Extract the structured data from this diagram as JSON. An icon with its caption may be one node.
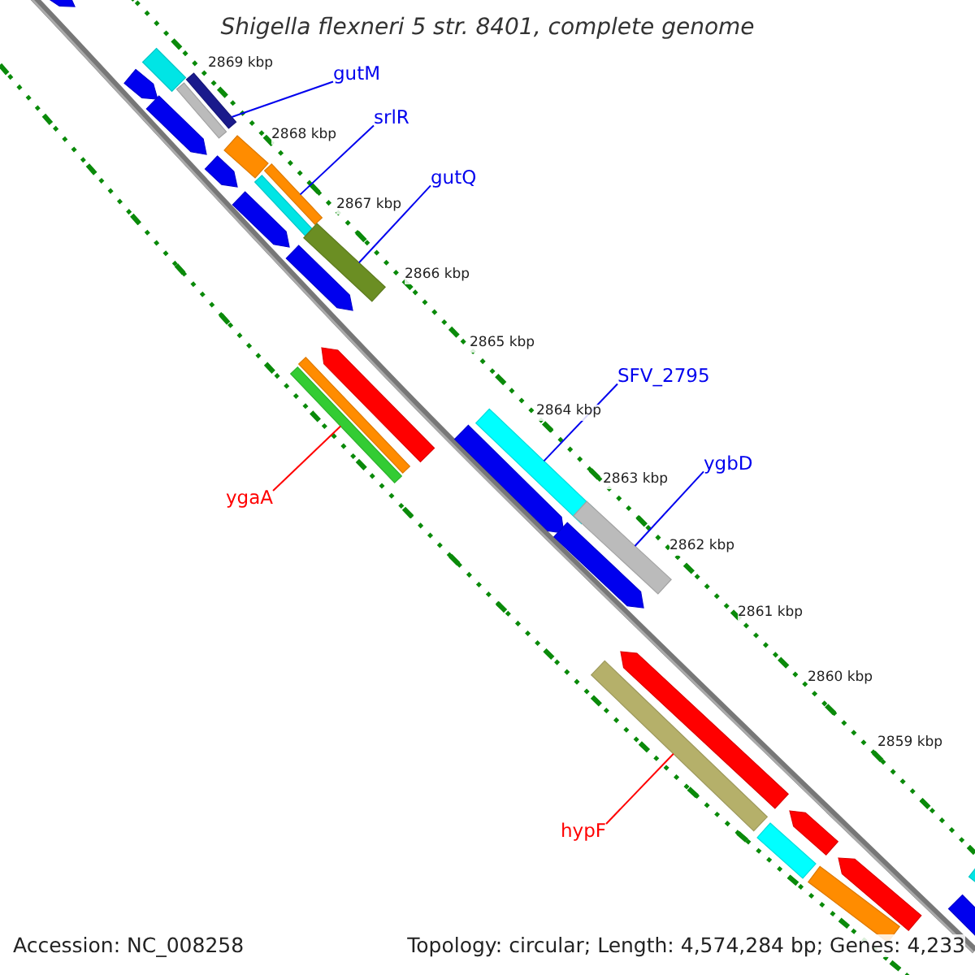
{
  "diagram": {
    "title": "Shigella flexneri 5 str. 8401, complete genome",
    "nodes": [
      {
        "text": [
          "gutM"
        ]
      },
      {
        "text": [
          "srlR"
        ]
      },
      {
        "text": [
          "gutQ"
        ]
      },
      {
        "text": [
          "SFV_2795"
        ]
      },
      {
        "text": [
          "ygbD"
        ]
      },
      {
        "text": [
          "ygaA"
        ]
      },
      {
        "text": [
          "hypF"
        ]
      },
      {
        "text": [],
        "shape": "arrow"
      },
      {
        "text": [],
        "shape": "bar"
      },
      {
        "text": [],
        "shape": "bar"
      },
      {
        "text": [],
        "shape": "arrow"
      },
      {
        "text": [],
        "shape": "arrow"
      },
      {
        "text": [],
        "shape": "bar"
      },
      {
        "text": [],
        "shape": "arrow"
      },
      {
        "text": [],
        "shape": "bar"
      },
      {
        "text": [],
        "shape": "bar"
      },
      {
        "text": [],
        "shape": "arrow"
      },
      {
        "text": [],
        "shape": "bar"
      },
      {
        "text": [],
        "shape": "arrow"
      },
      {
        "text": [],
        "shape": "arrow"
      },
      {
        "text": [],
        "shape": "bar"
      },
      {
        "text": [],
        "shape": "bar"
      },
      {
        "text": [],
        "shape": "bar"
      },
      {
        "text": [],
        "shape": "arrow"
      },
      {
        "text": [],
        "shape": "bar"
      },
      {
        "text": [],
        "shape": "arrow"
      },
      {
        "text": [],
        "shape": "arrow"
      },
      {
        "text": [],
        "shape": "bar"
      },
      {
        "text": [],
        "shape": "arrow"
      },
      {
        "text": [],
        "shape": "bar"
      },
      {
        "text": [],
        "shape": "arrow"
      },
      {
        "text": [],
        "shape": "bar"
      },
      {
        "text": [],
        "shape": "bar"
      },
      {
        "text": [],
        "shape": "arrow"
      }
    ],
    "edges": [
      {
        "from": 0,
        "to": 9,
        "arrow": "none"
      },
      {
        "from": 1,
        "to": 14,
        "arrow": "none"
      },
      {
        "from": 2,
        "to": 17,
        "arrow": "none"
      },
      {
        "from": 3,
        "to": 22,
        "arrow": "none"
      },
      {
        "from": 4,
        "to": 24,
        "arrow": "none"
      },
      {
        "from": 5,
        "to": 21,
        "arrow": "none",
        "color": "#ff0000"
      },
      {
        "from": 6,
        "to": 27,
        "arrow": "none",
        "color": "#ff0000"
      }
    ],
    "labels": [
      "2869 kbp",
      "2868 kbp",
      "2867 kbp",
      "2866 kbp",
      "2865 kbp",
      "2864 kbp",
      "2863 kbp",
      "2862 kbp",
      "2861 kbp",
      "2860 kbp",
      "2859 kbp",
      "Accession: NC_008258",
      "Topology: circular; Length: 4,574,284 bp; Genes: 4,233"
    ]
  }
}
